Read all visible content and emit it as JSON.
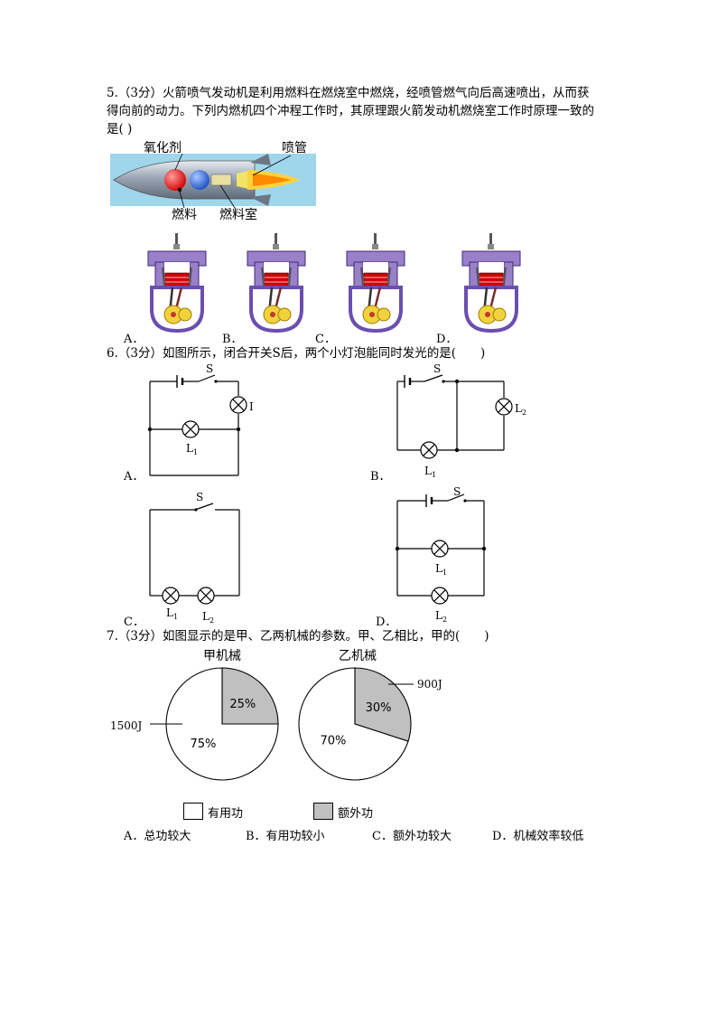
{
  "q5": {
    "line1": "5.（3分）火箭喷气发动机是利用燃料在燃烧室中燃烧，经喷管燃气向后高速喷出，从而获",
    "line2": "得向前的动力。下列内燃机四个冲程工作时，其原理跟火箭发动机燃烧室工作时原理一致的",
    "line3": "是( )",
    "rocket": {
      "oxidizer_label": "氧化剂",
      "nozzle_label": "喷管",
      "fuel_label": "燃料",
      "chamber_label": "燃料室"
    },
    "options": [
      "A．",
      "B．",
      "C．",
      "D．"
    ]
  },
  "q6": {
    "stem": "6.（3分）如图所示，闭合开关S后，两个小灯泡能同时发光的是(　　)",
    "switch_label": "S",
    "l1_label": "L",
    "l1_sub": "1",
    "l2_label": "L",
    "l2_sub": "2",
    "options": [
      "A．",
      "B．",
      "C．",
      "D．"
    ]
  },
  "q7": {
    "stem": "7.（3分）如图显示的是甲、乙两机械的参数。甲、乙相比，甲的(　　)",
    "chart_data": [
      {
        "type": "pie",
        "title": "甲机械",
        "categories": [
          "有用功",
          "额外功"
        ],
        "values": [
          75,
          25
        ],
        "slice_labels": [
          "75%",
          "25%"
        ],
        "callout": "1500J",
        "callout_target": "有用功"
      },
      {
        "type": "pie",
        "title": "乙机械",
        "categories": [
          "有用功",
          "额外功"
        ],
        "values": [
          70,
          30
        ],
        "slice_labels": [
          "70%",
          "30%"
        ],
        "callout": "900J",
        "callout_target": "额外功"
      }
    ],
    "legend": [
      {
        "label": "有用功",
        "color": "#ffffff"
      },
      {
        "label": "额外功",
        "color": "#c0c0c0"
      }
    ],
    "options": [
      "A．总功较大",
      "B．有用功较小",
      "C．额外功较大",
      "D．机械效率较低"
    ]
  }
}
